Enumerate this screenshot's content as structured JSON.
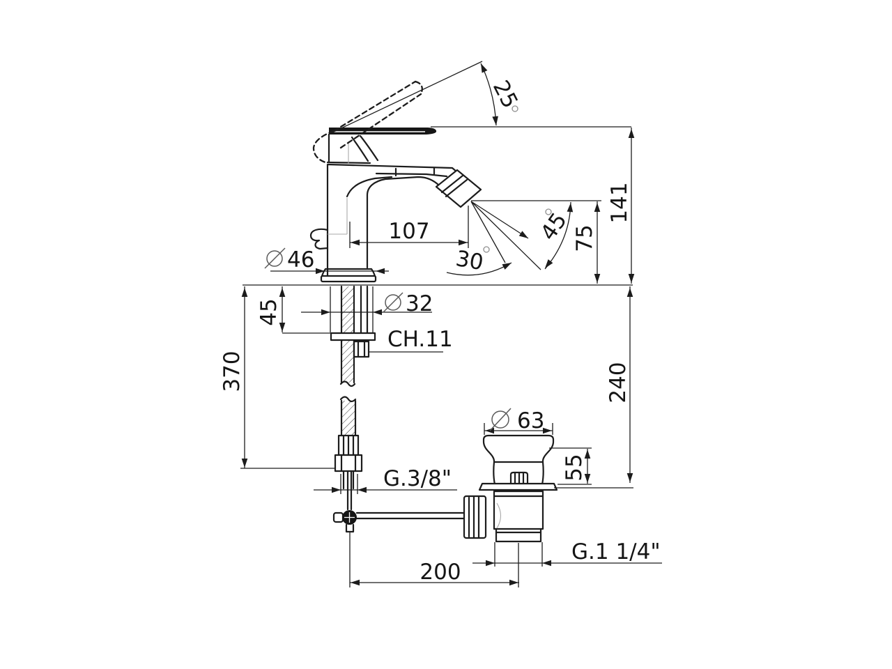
{
  "drawing": {
    "type": "technical-dimension-drawing",
    "subject": "single-lever bidet mixer tap with pop-up waste",
    "background_color": "#ffffff",
    "line_color": "#1c1c1c",
    "soft_line_color": "#a8a8a8"
  },
  "dims": {
    "diameter_symbol": "Ø",
    "degree_symbol": "°",
    "handle_swing_angle": "25",
    "spout_reach": "107",
    "spray_angle_inner": "30",
    "spray_angle_outer": "45",
    "spout_height": "75",
    "height_above_deck": "141",
    "base_diameter": "46",
    "shank_diameter": "32",
    "wrench_size": "CH.11",
    "deck_thickness": "45",
    "hose_drop": "370",
    "waste_drop": "240",
    "waste_cap_diameter": "63",
    "waste_body_height": "55",
    "supply_thread": "G.3/8\"",
    "rod_to_waste_offset": "200",
    "waste_thread": "G.1 1/4\""
  }
}
